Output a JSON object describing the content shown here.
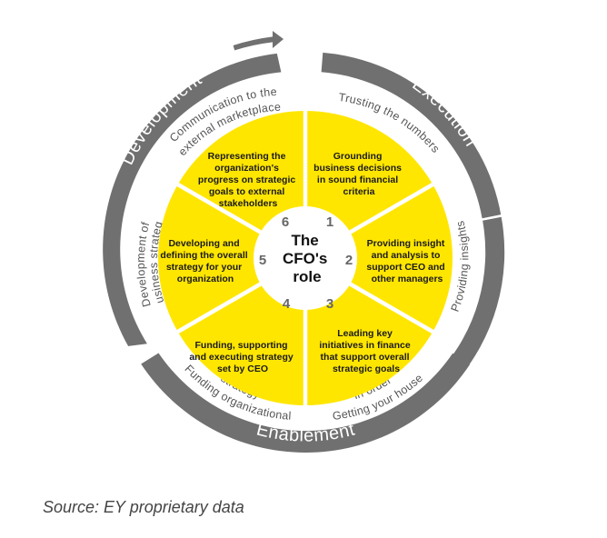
{
  "center_title": [
    "The",
    "CFO's",
    "role"
  ],
  "colors": {
    "yellow": "#ffe600",
    "band": "#707070",
    "center": "#ffffff",
    "ring": "#ffffff"
  },
  "bands": {
    "execution": "Execution",
    "development": "Development",
    "enablement": "Enablement"
  },
  "ring_labels": {
    "r1": "Trusting the numbers",
    "r2": "Providing insights",
    "r3a": "Getting your house",
    "r3b": "in order",
    "r4a": "Funding organizational",
    "r4b": "strategy",
    "r5a": "Development of",
    "r5b": "business strategy",
    "r6a": "Communication to the",
    "r6b": "external marketplace"
  },
  "segments": [
    {
      "num": "1",
      "lines": [
        "Grounding",
        "business decisions",
        "in sound financial",
        "criteria"
      ]
    },
    {
      "num": "2",
      "lines": [
        "Providing insight",
        "and analysis to",
        "support CEO and",
        "other managers"
      ]
    },
    {
      "num": "3",
      "lines": [
        "Leading key",
        "initiatives in finance",
        "that support overall",
        "strategic goals"
      ]
    },
    {
      "num": "4",
      "lines": [
        "Funding, supporting",
        "and executing strategy",
        "set by CEO"
      ]
    },
    {
      "num": "5",
      "lines": [
        "Developing and",
        "defining the overall",
        "strategy for your",
        "organization"
      ]
    },
    {
      "num": "6",
      "lines": [
        "Representing the",
        "organization's",
        "progress on strategic",
        "goals to external",
        "stakeholders"
      ]
    }
  ],
  "source": "Source: EY proprietary data"
}
